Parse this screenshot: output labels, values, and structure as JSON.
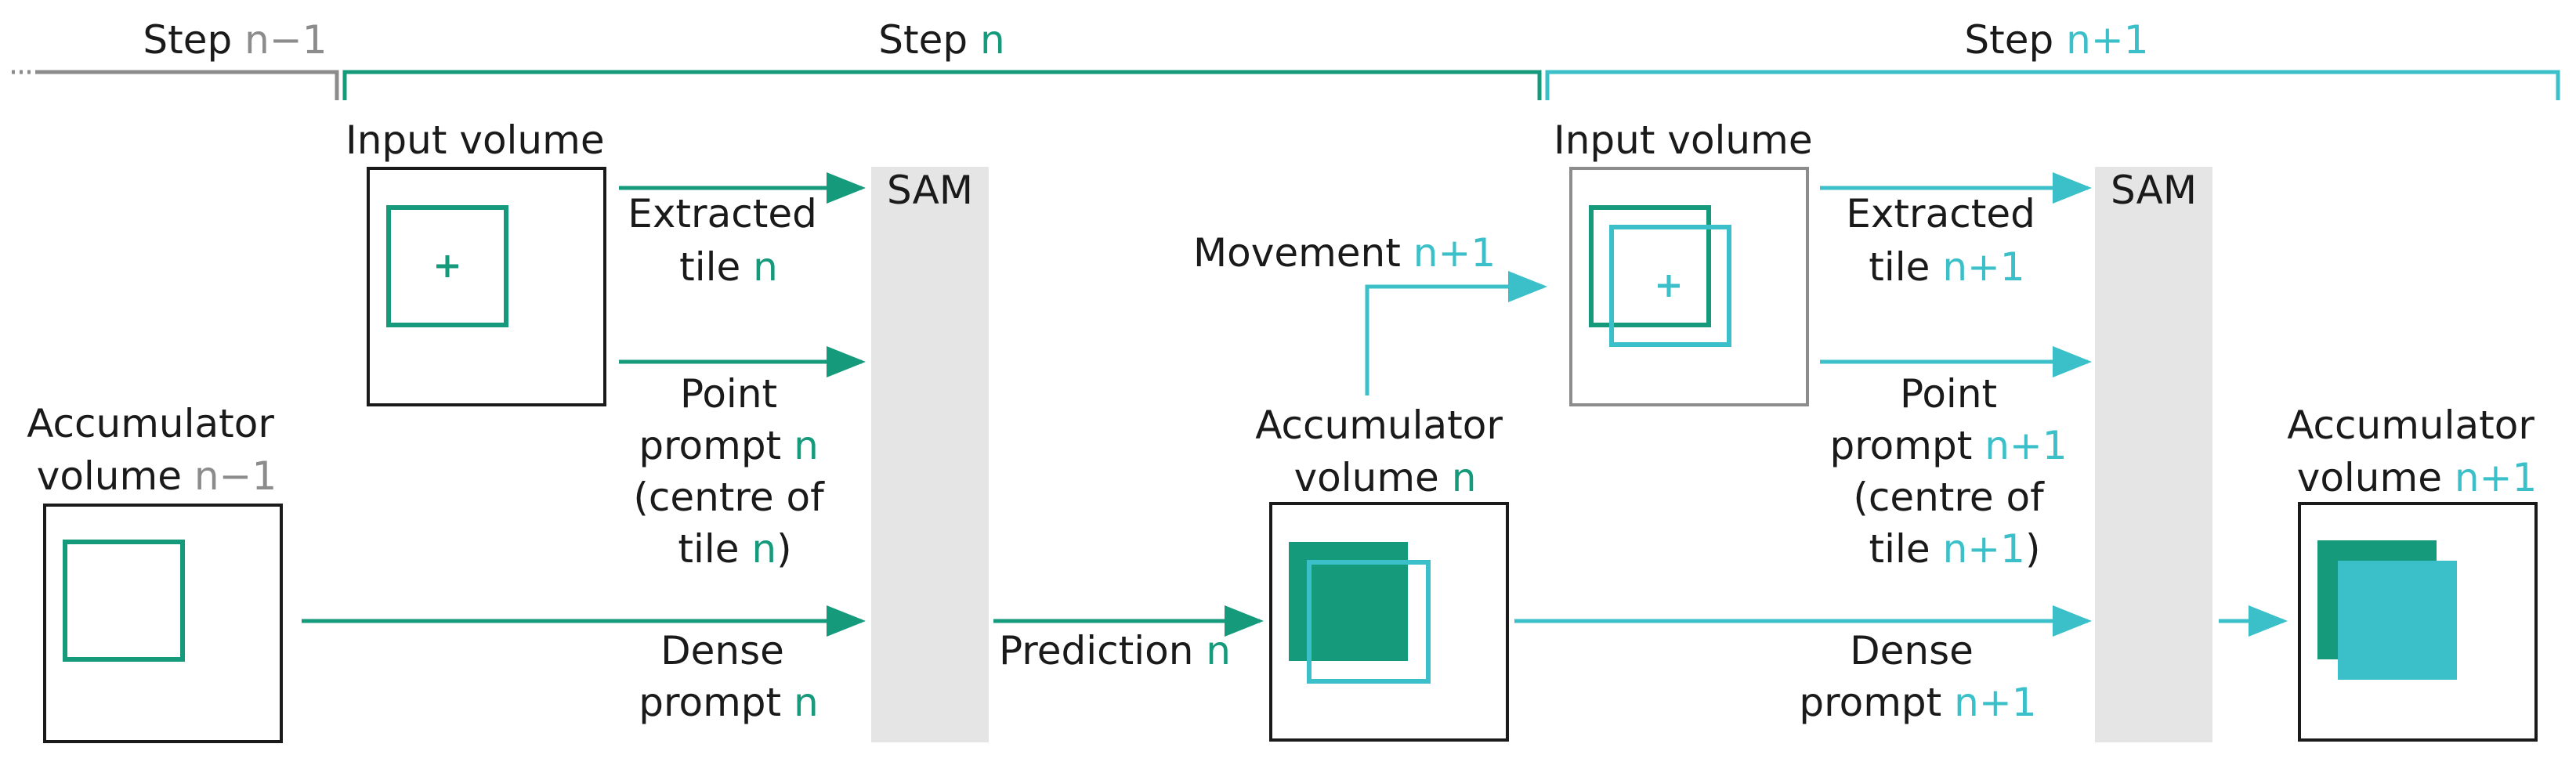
{
  "colors": {
    "step_prev": "#8c8c8c",
    "step_current": "#159a7c",
    "step_next": "#3bc0c9",
    "sam_block": "#e5e5e5",
    "text": "#1a1a1a"
  },
  "steps": {
    "prev": {
      "label": "Step",
      "index": "n−1"
    },
    "current": {
      "label": "Step",
      "index": "n"
    },
    "next": {
      "label": "Step",
      "index": "n+1"
    }
  },
  "step_n": {
    "input_volume": "Input volume",
    "sam_label": "SAM",
    "extracted_tile": {
      "line1": "Extracted",
      "line2_text": "tile ",
      "line2_index": "n"
    },
    "point_prompt": {
      "line1": "Point",
      "line2_text": "prompt ",
      "line2_index": "n",
      "line3": "(centre of",
      "line4_text": "tile ",
      "line4_index": "n",
      "line4_suffix": ")"
    },
    "dense_prompt": {
      "line1": "Dense",
      "line2_text": "prompt ",
      "line2_index": "n"
    },
    "prediction": {
      "text": "Prediction ",
      "index": "n"
    }
  },
  "accumulator_prev": {
    "line1": "Accumulator",
    "line2_text": "volume ",
    "line2_index": "n−1"
  },
  "accumulator_n": {
    "line1": "Accumulator",
    "line2_text": "volume ",
    "line2_index": "n"
  },
  "movement": {
    "text": "Movement ",
    "index": "n+1"
  },
  "step_n1": {
    "input_volume": "Input volume",
    "sam_label": "SAM",
    "extracted_tile": {
      "line1": "Extracted",
      "line2_text": "tile ",
      "line2_index": "n+1"
    },
    "point_prompt": {
      "line1": "Point",
      "line2_text": "prompt ",
      "line2_index": "n+1",
      "line3": "(centre of",
      "line4_text": "tile ",
      "line4_index": "n+1",
      "line4_suffix": ")"
    },
    "dense_prompt": {
      "line1": "Dense",
      "line2_text": "prompt ",
      "line2_index": "n+1"
    }
  },
  "accumulator_n1": {
    "line1": "Accumulator",
    "line2_text": "volume ",
    "line2_index": "n+1"
  }
}
